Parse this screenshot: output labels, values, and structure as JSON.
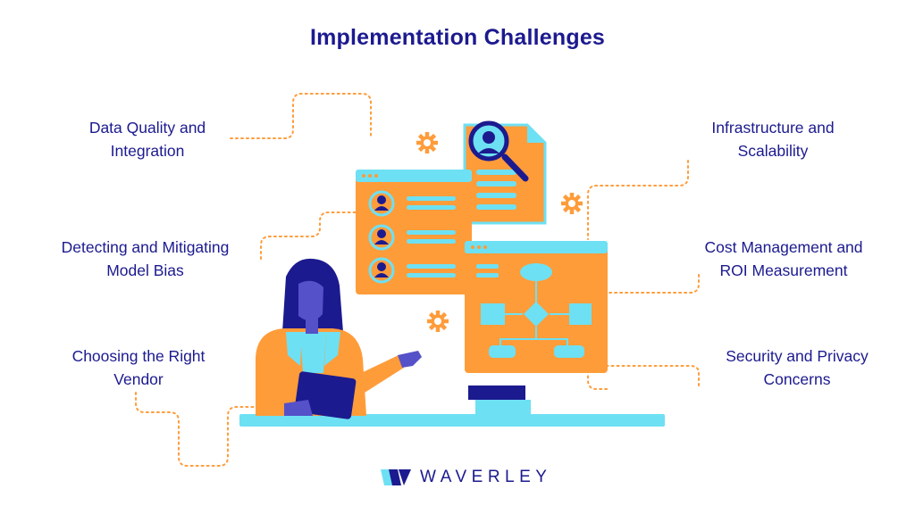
{
  "title": "Implementation Challenges",
  "challenges": {
    "data_quality": [
      "Data Quality and",
      "Integration"
    ],
    "model_bias": [
      "Detecting and Mitigating",
      "Model Bias"
    ],
    "vendor": [
      "Choosing the Right",
      "Vendor"
    ],
    "infrastructure": [
      "Infrastructure and",
      "Scalability"
    ],
    "cost": [
      "Cost Management and",
      "ROI Measurement"
    ],
    "security": [
      "Security and Privacy",
      "Concerns"
    ]
  },
  "brand": {
    "name": "WAVERLEY",
    "logo_icon": "waverley-logo-icon"
  },
  "colors": {
    "title": "#1c1a8f",
    "orange": "#ff9c3a",
    "light_blue": "#6ee0f3",
    "navy": "#1c1a8f",
    "dotted_line": "#ff9c3a"
  }
}
